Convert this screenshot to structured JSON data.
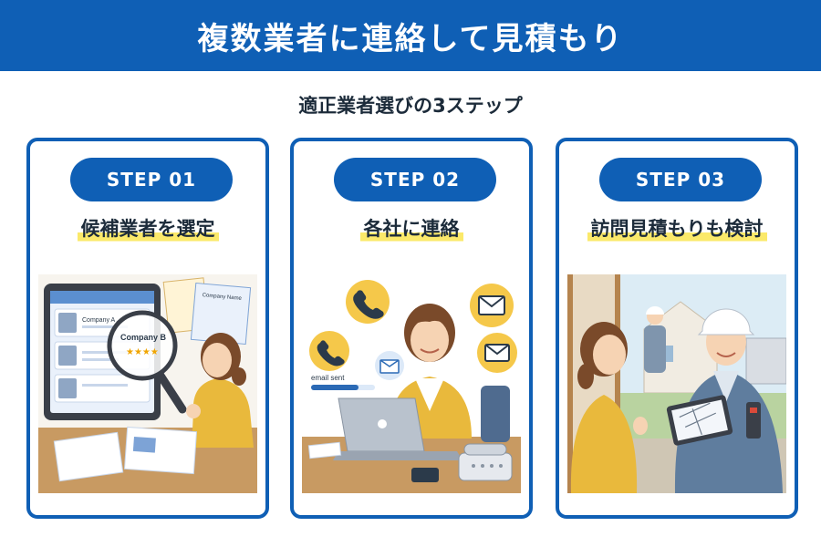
{
  "header": {
    "title": "複数業者に連絡して見積もり"
  },
  "subtitle": "適正業者選びの3ステップ",
  "steps": [
    {
      "label": "STEP 01",
      "title": "候補業者を選定",
      "illustration_labels": {
        "company_a": "Company A",
        "company_b": "Company B",
        "company_name": "Company Name"
      }
    },
    {
      "label": "STEP 02",
      "title": "各社に連絡",
      "illustration_labels": {
        "email_status": "email sent"
      }
    },
    {
      "label": "STEP 03",
      "title": "訪問見積もりも検討"
    }
  ],
  "colors": {
    "primary": "#0f5fb5",
    "highlight": "#fbe96a",
    "text": "#1c2b3a"
  },
  "icons": [
    "magnifier-icon",
    "phone-icon",
    "mail-icon"
  ]
}
